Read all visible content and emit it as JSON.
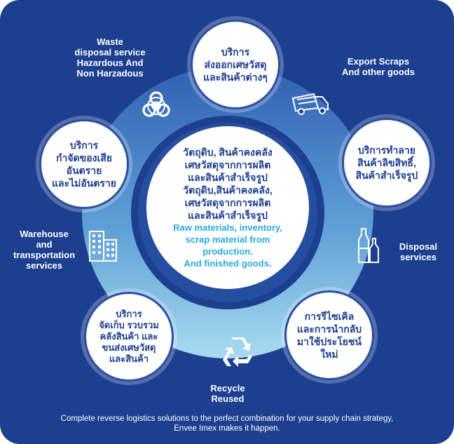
{
  "colors": {
    "panel": "#1d3f8f",
    "ring_light": "#8fc9ea",
    "node_text": "#1d3f8f",
    "center_en": "#2aa9e0"
  },
  "outer_labels": {
    "waste": "Waste\ndisposal service\nHazardous And\nNon Harzadous",
    "export": "Export Scraps\nAnd other goods",
    "warehouse": "Warehouse\nand\ntransportation\nservices",
    "disposal": "Disposal\nservices",
    "recycle": "Recycle\nReused"
  },
  "nodes": {
    "top": "บริการ\nส่งออกเศษวัสดุ\nและสินค้าต่างๆ",
    "right": "บริการทำลาย\nสินค้าลิขสิทธิ์,\nสินค้าสำเร็จรูป",
    "bottom_right": "การรีไซเคิล\nและการนำกลับ\nมาใช้ประโยชน์\nใหม่",
    "bottom_left": "บริการ\nจัดเก็บ รวบรวม\nคลังสินค้า และ\nขนส่งเศษวัสดุ\nและสินค้า",
    "left": "บริการ\nกำจัดของเสีย\nอันตราย\nและไม่อันตราย"
  },
  "center": {
    "thai": "วัตถุดิบ, สินค้าคงคลัง\nเศษวัสดุจากการผลิต\nและสินค้าสำเร็จรูป\nวัตถุดิบ,สินค้าคงคลัง,\nเศษวัสดุจากการผลิต\nและสินค้าสำเร็จรูป",
    "english": "Raw materials, inventory,\nscrap material from\nproduction.\nAnd finished goods."
  },
  "icons": [
    "biohazard-icon",
    "truck-icon",
    "bottles-icon",
    "recycle-icon",
    "building-icon"
  ],
  "footer": "Complete reverse logistics solutions to the perfect combination for your supply chain strategy,\nEnvee Imex makes it happen."
}
